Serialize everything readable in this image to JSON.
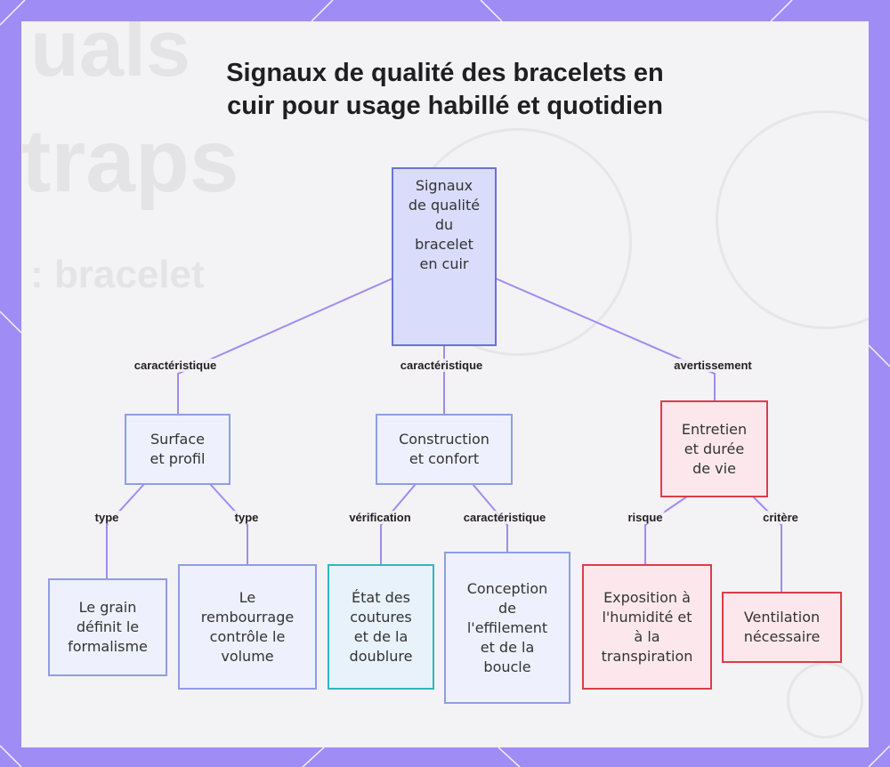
{
  "title_line1": "Signaux de qualité des bracelets en",
  "title_line2": "cuir pour usage habillé et quotidien",
  "root": [
    "Signaux",
    "de qualité",
    "du",
    "bracelet",
    "en cuir"
  ],
  "nodes": {
    "surface": [
      "Surface",
      "et profil"
    ],
    "construction": [
      "Construction",
      "et confort"
    ],
    "entretien": [
      "Entretien",
      "et durée",
      "de vie"
    ],
    "grain": [
      "Le grain",
      "définit le",
      "formalisme"
    ],
    "rembourrage": [
      "Le",
      "rembourrage",
      "contrôle le",
      "volume"
    ],
    "coutures": [
      "État des",
      "coutures",
      "et de la",
      "doublure"
    ],
    "conception": [
      "Conception",
      "de",
      "l'effilement",
      "et de la",
      "boucle"
    ],
    "exposition": [
      "Exposition à",
      "l'humidité et",
      "à la",
      "transpiration"
    ],
    "ventilation": [
      "Ventilation",
      "nécessaire"
    ]
  },
  "edges": {
    "root_surface": "caractéristique",
    "root_construction": "caractéristique",
    "root_entretien": "avertissement",
    "surface_grain": "type",
    "surface_rembourrage": "type",
    "construction_coutures": "vérification",
    "construction_conception": "caractéristique",
    "entretien_exposition": "risque",
    "entretien_ventilation": "critère"
  },
  "colors": {
    "frame": "#a08cf5",
    "connector": "#9f8cf0",
    "blue_border": "#8f9ee3",
    "cyan_border": "#2bb9bd",
    "red_border": "#dd3c49"
  }
}
